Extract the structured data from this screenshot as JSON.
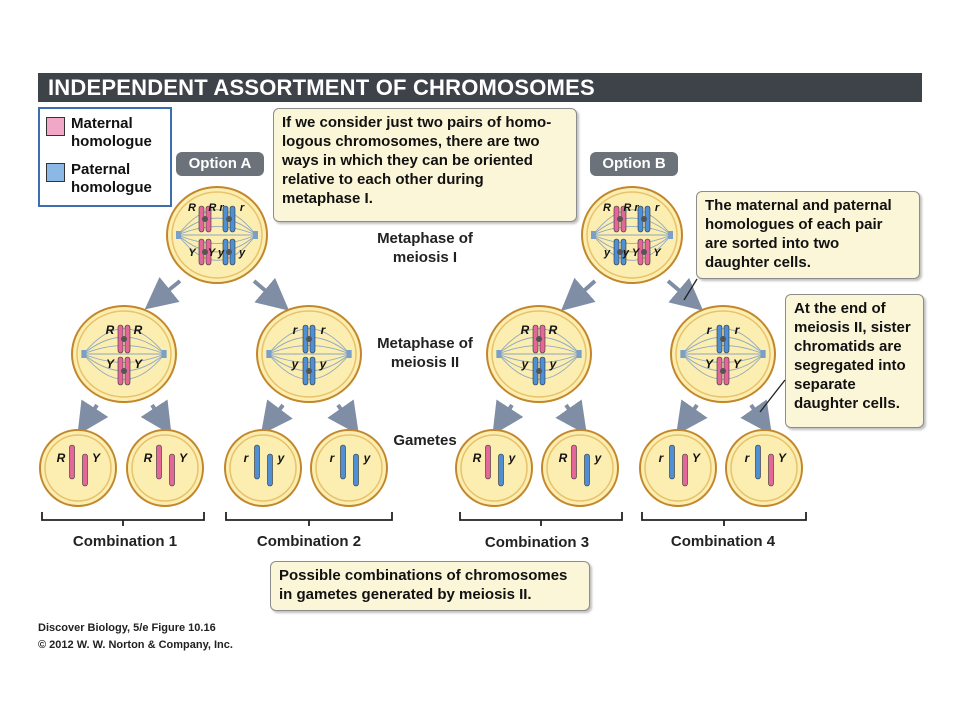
{
  "title": "INDEPENDENT ASSORTMENT OF CHROMOSOMES",
  "legend": {
    "maternal": "Maternal\nhomologue",
    "paternal": "Paternal\nhomologue"
  },
  "colors": {
    "maternal": "#e4679a",
    "paternal": "#4f8fd4",
    "cell_fill": "#fbeeb0",
    "cell_edge": "#c2872c",
    "arrow": "#7f8ea4"
  },
  "options": {
    "a": "Option A",
    "b": "Option B"
  },
  "notes": {
    "orientation": "If we consider just two pairs of homo-\nlogous chromosomes, there are two\nways in which they can be oriented\nrelative to each other during\nmetaphase I.",
    "sorted": "The maternal and paternal\nhomologues of each pair\nare sorted into two\ndaughter cells.",
    "meiosis2": "At the end of\nmeiosis II, sister\nchromatids are\nsegregated into\nseparate\ndaughter cells.",
    "combinations": "Possible combinations of chromosomes\nin gametes generated by meiosis II."
  },
  "stages": {
    "meta1": "Metaphase of\nmeiosis I",
    "meta2": "Metaphase of\nmeiosis II",
    "gametes": "Gametes"
  },
  "alleles": {
    "R": "R",
    "r": "r",
    "Y": "Y",
    "y": "y"
  },
  "combinations": [
    "Combination 1",
    "Combination 2",
    "Combination 3",
    "Combination 4"
  ],
  "credit": {
    "book": "Discover Biology, 5/e  Figure 10.16",
    "copyright": "© 2012 W. W. Norton & Company, Inc."
  }
}
